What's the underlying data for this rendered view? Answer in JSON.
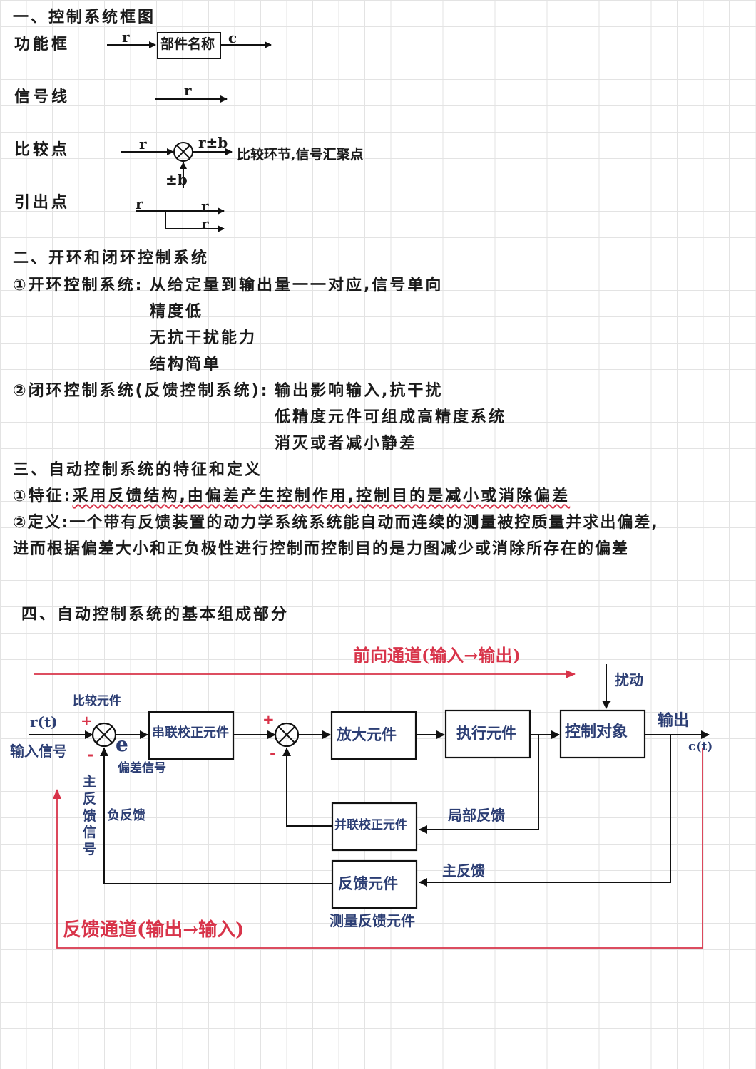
{
  "section1": {
    "heading": "一、控制系统框图",
    "function_block": {
      "label": "功能框",
      "input": "r",
      "box": "部件名称",
      "output": "c"
    },
    "signal_line": {
      "label": "信号线",
      "signal": "r"
    },
    "comparison_point": {
      "label": "比较点",
      "input": "r",
      "output": "r±b",
      "feedback": "±b",
      "note": "比较环节,信号汇聚点"
    },
    "takeoff_point": {
      "label": "引出点",
      "input": "r",
      "out1": "r",
      "out2": "r"
    }
  },
  "section2": {
    "heading": "二、开环和闭环控制系统",
    "open_loop": {
      "title": "①开环控制系统:",
      "points": [
        "从给定量到输出量一一对应,信号单向",
        "精度低",
        "无抗干扰能力",
        "结构简单"
      ]
    },
    "closed_loop": {
      "title": "②闭环控制系统(反馈控制系统):",
      "points": [
        "输出影响输入,抗干扰",
        "低精度元件可组成高精度系统",
        "消灭或者减小静差"
      ]
    }
  },
  "section3": {
    "heading": "三、自动控制系统的特征和定义",
    "feature_prefix": "①特征:",
    "feature": "采用反馈结构,由偏差产生控制作用,控制目的是减小或消除偏差",
    "definition_line1": "②定义:一个带有反馈装置的动力学系统系统能自动而连续的测量被控质量并求出偏差,",
    "definition_line2": "进而根据偏差大小和正负极性进行控制而控制目的是力图减少或消除所存在的偏差"
  },
  "section4": {
    "heading": "四、自动控制系统的基本组成部分",
    "forward_channel": "前向通道(输入→输出)",
    "feedback_channel": "反馈通道(输出→输入)",
    "disturbance": "扰动",
    "input_signal": "r(t)",
    "input_label": "输入信号",
    "comparator": "比较元件",
    "error": "e",
    "error_label": "偏差信号",
    "plus": "+",
    "minus": "-",
    "main_feedback_signal": "主反馈信号",
    "negative_feedback": "负反馈",
    "blocks": {
      "series_correction": "串联校正元件",
      "amplifier": "放大元件",
      "actuator": "执行元件",
      "plant": "控制对象",
      "parallel_correction": "并联校正元件",
      "feedback_element": "反馈元件"
    },
    "output_label": "输出",
    "output_signal": "c(t)",
    "local_feedback": "局部反馈",
    "main_feedback": "主反馈",
    "measuring_feedback": "测量反馈元件"
  }
}
